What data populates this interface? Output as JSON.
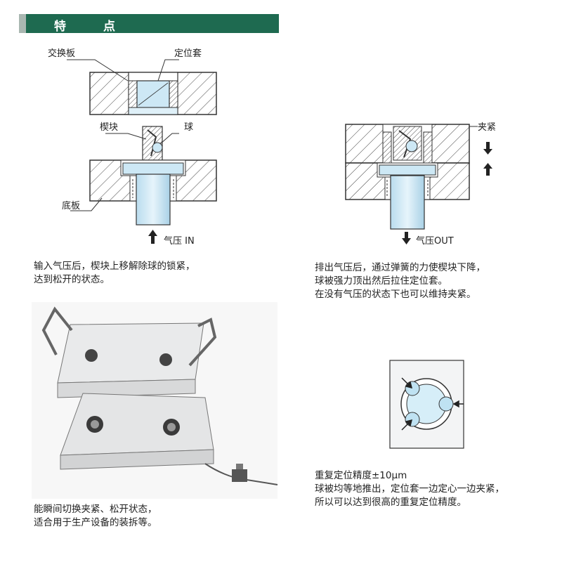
{
  "header": {
    "title_char1": "特",
    "title_char2": "点",
    "accent_color": "#1e6a50"
  },
  "diagram_left": {
    "label_exchange_plate": "交换板",
    "label_positioning_sleeve": "定位套",
    "label_wedge": "楔块",
    "label_ball": "球",
    "label_base_plate": "底板",
    "label_air_in": "气压 IN",
    "caption_line1": "输入气压后，楔块上移解除球的锁紧，",
    "caption_line2": "达到松开的状态。"
  },
  "diagram_right": {
    "label_clamp": "夹紧",
    "label_air_out": "气压OUT",
    "caption_line1": "排出气压后，通过弹簧的力使楔块下降，",
    "caption_line2": "球被强力顶出然后拉住定位套。",
    "caption_line3": "在没有气压的状态下也可以维持夹紧。"
  },
  "photo": {
    "caption_line1": "能瞬间切换夹紧、松开状态，",
    "caption_line2": "适合用于生产设备的装拆等。"
  },
  "precision": {
    "caption_line1": "重复定位精度±10μm",
    "caption_line2": "球被均等地推出，定位套一边定心一边夹紧，",
    "caption_line3": "所以可以达到很高的重复定位精度。"
  }
}
